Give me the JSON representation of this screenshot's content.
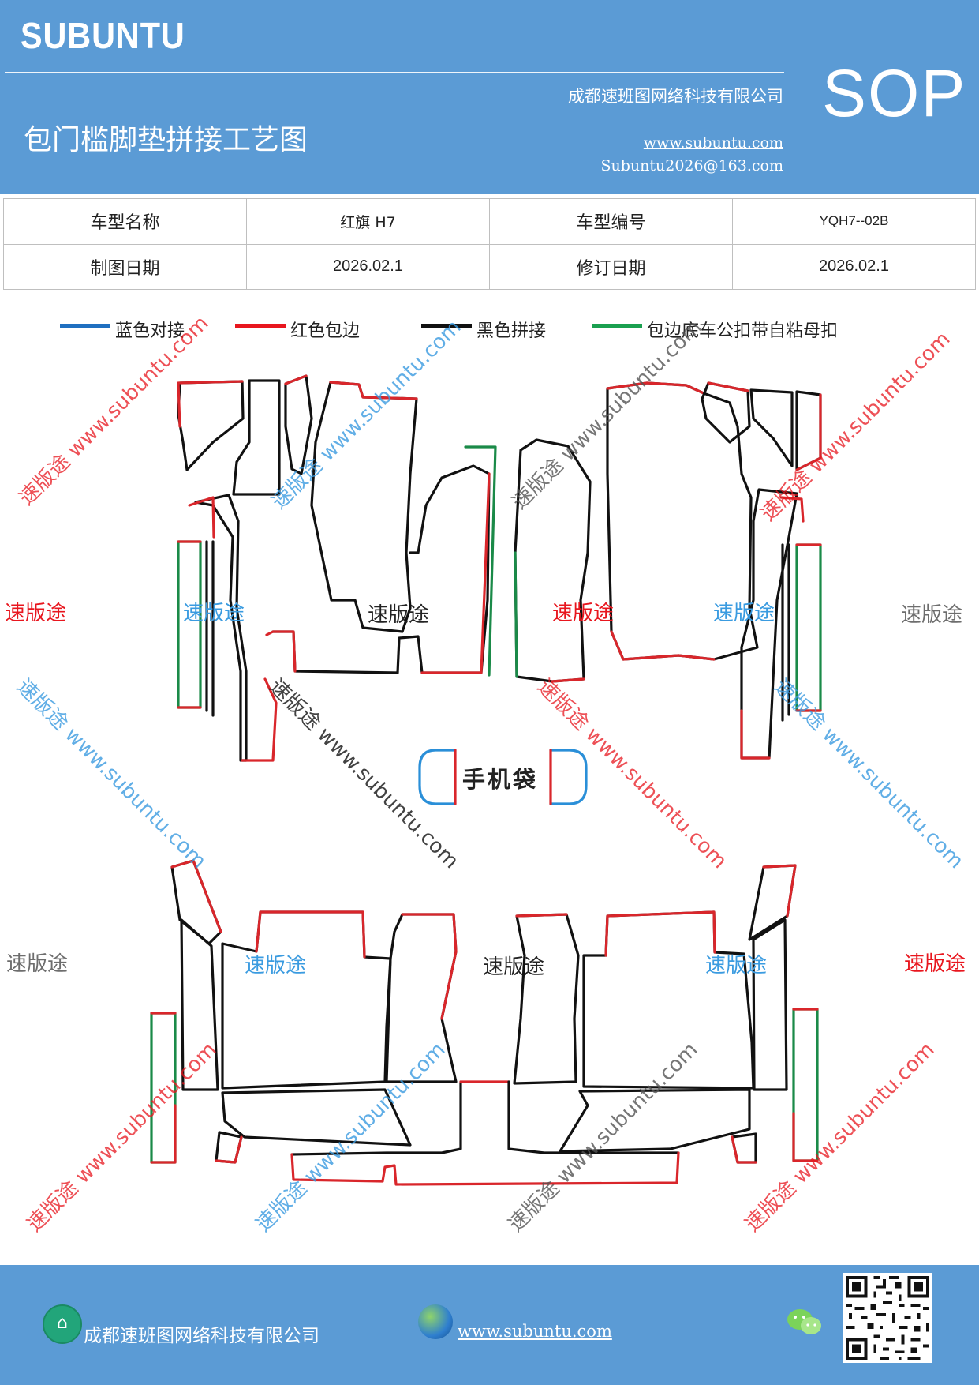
{
  "header": {
    "brand": "SUBUNTU",
    "company": "成都速班图网络科技有限公司",
    "sop": "SOP",
    "title": "包门槛脚垫拼接工艺图",
    "website": "www.subuntu.com",
    "email": "Subuntu2026@163.com"
  },
  "info": {
    "model_name_label": "车型名称",
    "model_name": "红旗 H7",
    "model_code_label": "车型编号",
    "model_code": "YQH7--02B",
    "draw_date_label": "制图日期",
    "draw_date": "2026.02.1",
    "revise_date_label": "修订日期",
    "revise_date": "2026.02.1"
  },
  "legend": [
    {
      "label": "蓝色对接",
      "color": "#1f6fc0"
    },
    {
      "label": "红色包边",
      "color": "#e8161e"
    },
    {
      "label": "黑色拼接",
      "color": "#111111"
    },
    {
      "label": "包边底车公扣带自粘母扣",
      "color": "#1aa050"
    }
  ],
  "labels": {
    "watermark": "速版途",
    "watermark_url": "速版途 www.subuntu.com",
    "phone_bag": "手机袋"
  },
  "colors": {
    "header_bg": "#5b9bd5",
    "outline_black": "#111111",
    "outline_red": "#d9262b",
    "outline_blue": "#2a8fd8",
    "outline_green": "#1a8a48",
    "wm_red": "#e8161e",
    "wm_blue": "#3a9be0",
    "wm_gray": "#6d6d6d"
  },
  "footer": {
    "company": "成都速班图网络科技有限公司",
    "website": "www.subuntu.com",
    "home_icon": "home-icon",
    "globe_icon": "globe-icon",
    "wechat_icon": "wechat-icon",
    "qr_code": "qr-code"
  }
}
